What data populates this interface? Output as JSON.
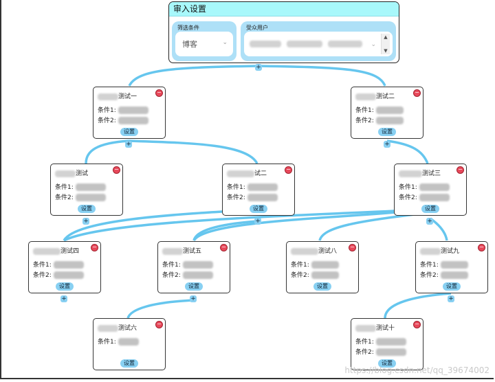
{
  "root": {
    "title": "审入设置",
    "filter_label": "筛选条件",
    "filter_value": "博客",
    "users_label": "受众用户",
    "add": "+"
  },
  "nodes": {
    "n1": {
      "title": "测试一",
      "c1": "条件1:",
      "c2": "条件2:",
      "btn": "设置",
      "add": "+"
    },
    "n2": {
      "title": "测试二",
      "c1": "条件1:",
      "c2": "条件2:",
      "btn": "设置",
      "add": "+"
    },
    "n3": {
      "title": "测试",
      "c1": "条件1:",
      "c2": "条件2:",
      "btn": "设置",
      "add": "+"
    },
    "n4": {
      "title": "试二",
      "c1": "条件1:",
      "c2": "条件2:",
      "btn": "设置",
      "add": "+"
    },
    "n5": {
      "title": "测试三",
      "c1": "条件1:",
      "c2": "条件2:",
      "btn": "设置",
      "add": "+"
    },
    "n6": {
      "title": "测试四",
      "c1": "条件1:",
      "c2": "条件2:",
      "btn": "设置",
      "add": "+"
    },
    "n7": {
      "title": "测试五",
      "c1": "条件1:",
      "c2": "条件2:",
      "btn": "设置",
      "add": "+"
    },
    "n8": {
      "title": "测试八",
      "c1": "条件1:",
      "c2": "条件2:",
      "btn": "设置",
      "add": ""
    },
    "n9": {
      "title": "测试九",
      "c1": "条件1:",
      "c2": "条件2:",
      "btn": "设置",
      "add": "+"
    },
    "n10": {
      "title": "测试六",
      "c1": "条件1:",
      "c2": "",
      "btn": "设置",
      "add": ""
    },
    "n11": {
      "title": "测试十",
      "c1": "条件1:",
      "c2": "条件2:",
      "btn": "设置",
      "add": ""
    }
  },
  "watermark": "https://blog.csdn.net/qq_39674002"
}
